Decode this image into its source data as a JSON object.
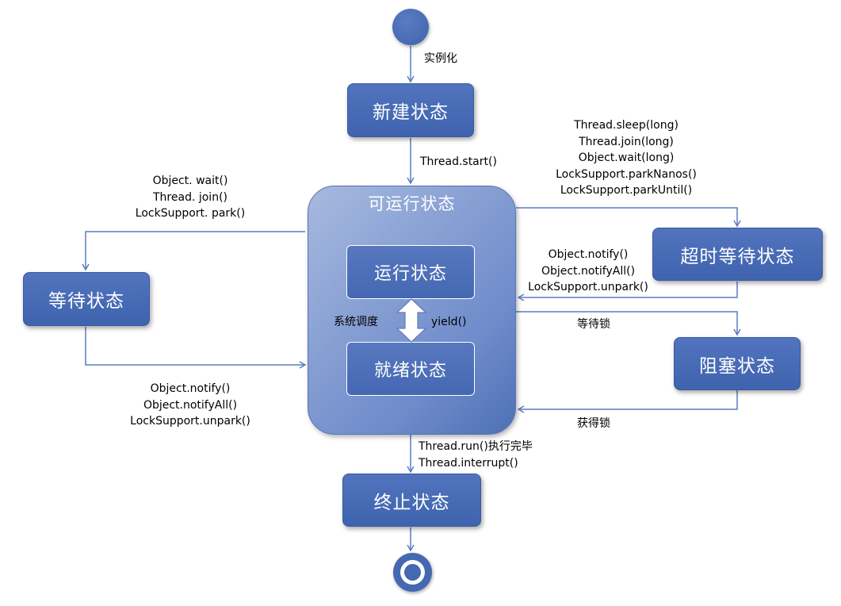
{
  "states": {
    "new": "新建状态",
    "runnable": "可运行状态",
    "running": "运行状态",
    "ready": "就绪状态",
    "waiting": "等待状态",
    "timed_waiting": "超时等待状态",
    "blocked": "阻塞状态",
    "terminated": "终止状态"
  },
  "transitions": {
    "instantiate": "实例化",
    "start": "Thread.start()",
    "to_waiting": [
      "Object. wait()",
      "Thread. join()",
      "LockSupport. park()"
    ],
    "from_waiting": [
      "Object.notify()",
      "Object.notifyAll()",
      "LockSupport.unpark()"
    ],
    "to_timed_waiting": [
      "Thread.sleep(long)",
      "Thread.join(long)",
      "Object.wait(long)",
      "LockSupport.parkNanos()",
      "LockSupport.parkUntil()"
    ],
    "from_timed_waiting": [
      "Object.notify()",
      "Object.notifyAll()",
      "LockSupport.unpark()"
    ],
    "wait_lock": "等待锁",
    "acquire_lock": "获得锁",
    "schedule": "系统调度",
    "yield": "yield()",
    "terminate": [
      "Thread.run()执行完毕",
      "Thread.interrupt()"
    ]
  },
  "colors": {
    "node_fill": "#4468b2",
    "runnable_fill": "#8aa2d4",
    "arrow": "#5b7cc0"
  }
}
